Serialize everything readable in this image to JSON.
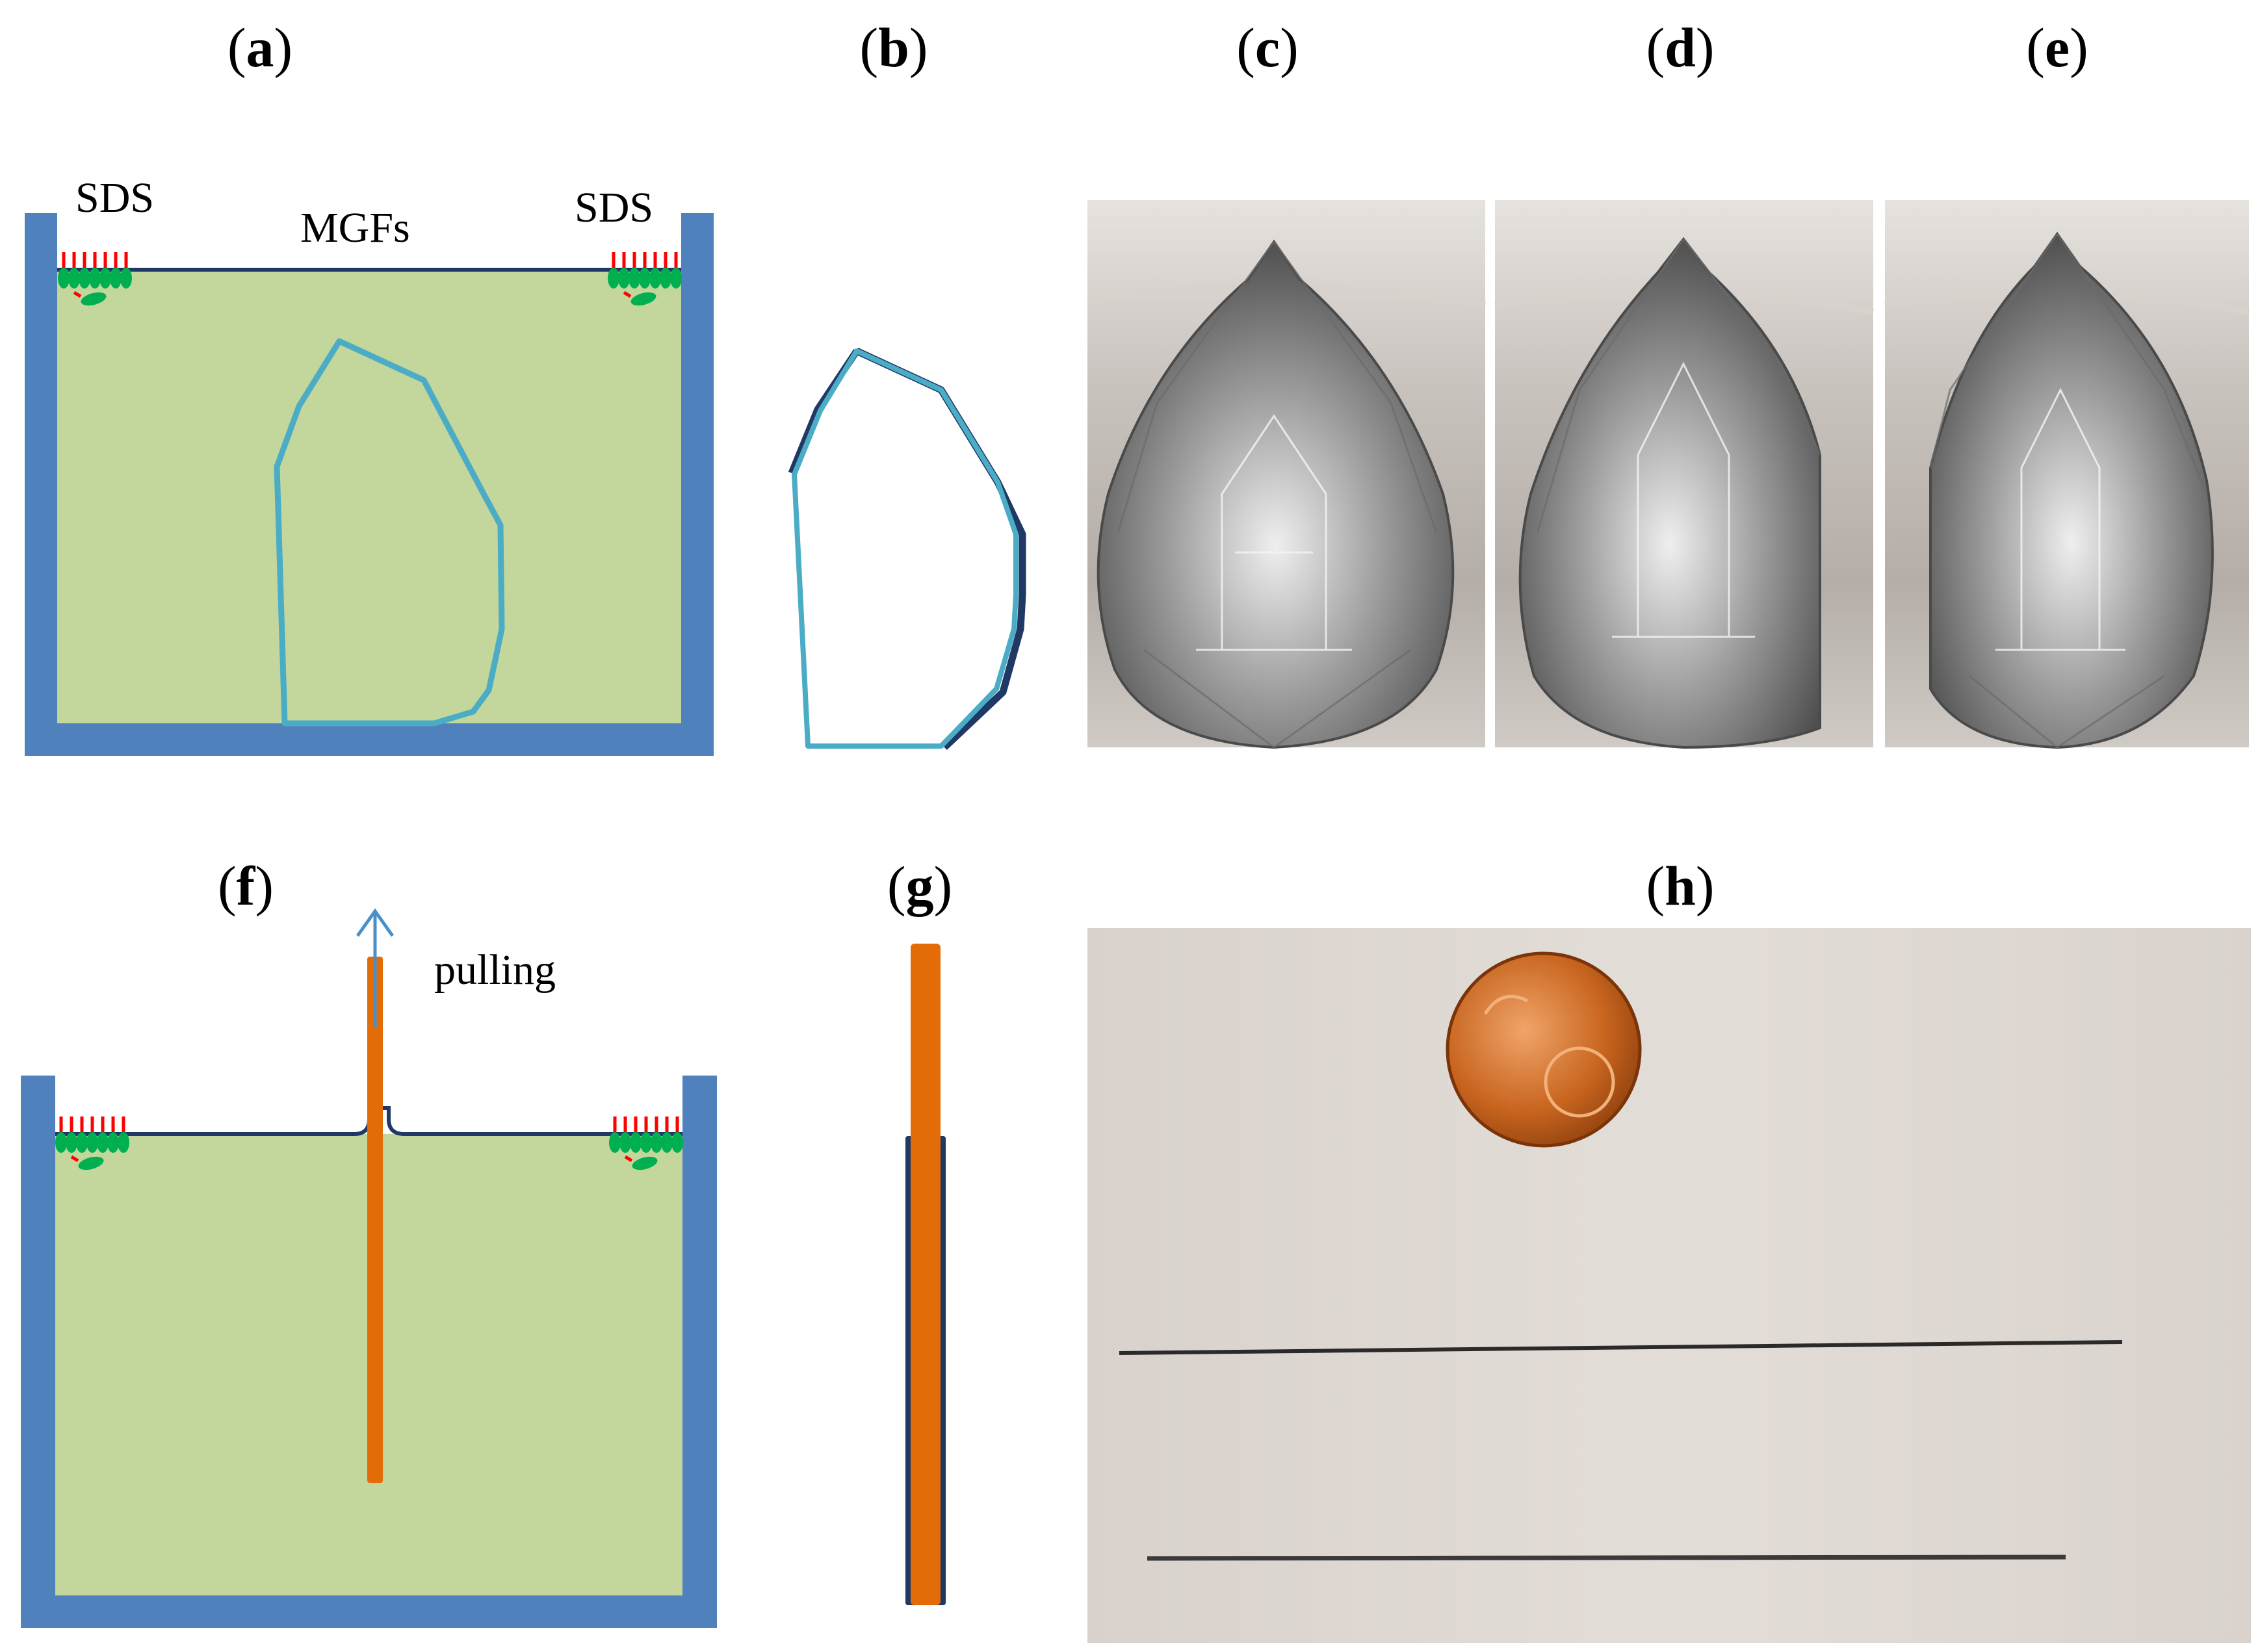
{
  "panels": {
    "a": "a",
    "b": "b",
    "c": "c",
    "d": "d",
    "e": "e",
    "f": "f",
    "g": "g",
    "h": "h"
  },
  "annotations": {
    "sds_left": "SDS",
    "sds_right": "SDS",
    "mgfs": "MGFs",
    "pulling": "pulling"
  },
  "colors": {
    "container": "#4f81bd",
    "liquid": "#c3d69b",
    "surface_line": "#1f3864",
    "mold_outline": "#4bacc6",
    "film_dark": "#1f3864",
    "fiber": "#e36c09",
    "surfactant_head": "#00b050",
    "surfactant_tail": "#ff0000",
    "arrow": "#4a90c8"
  }
}
